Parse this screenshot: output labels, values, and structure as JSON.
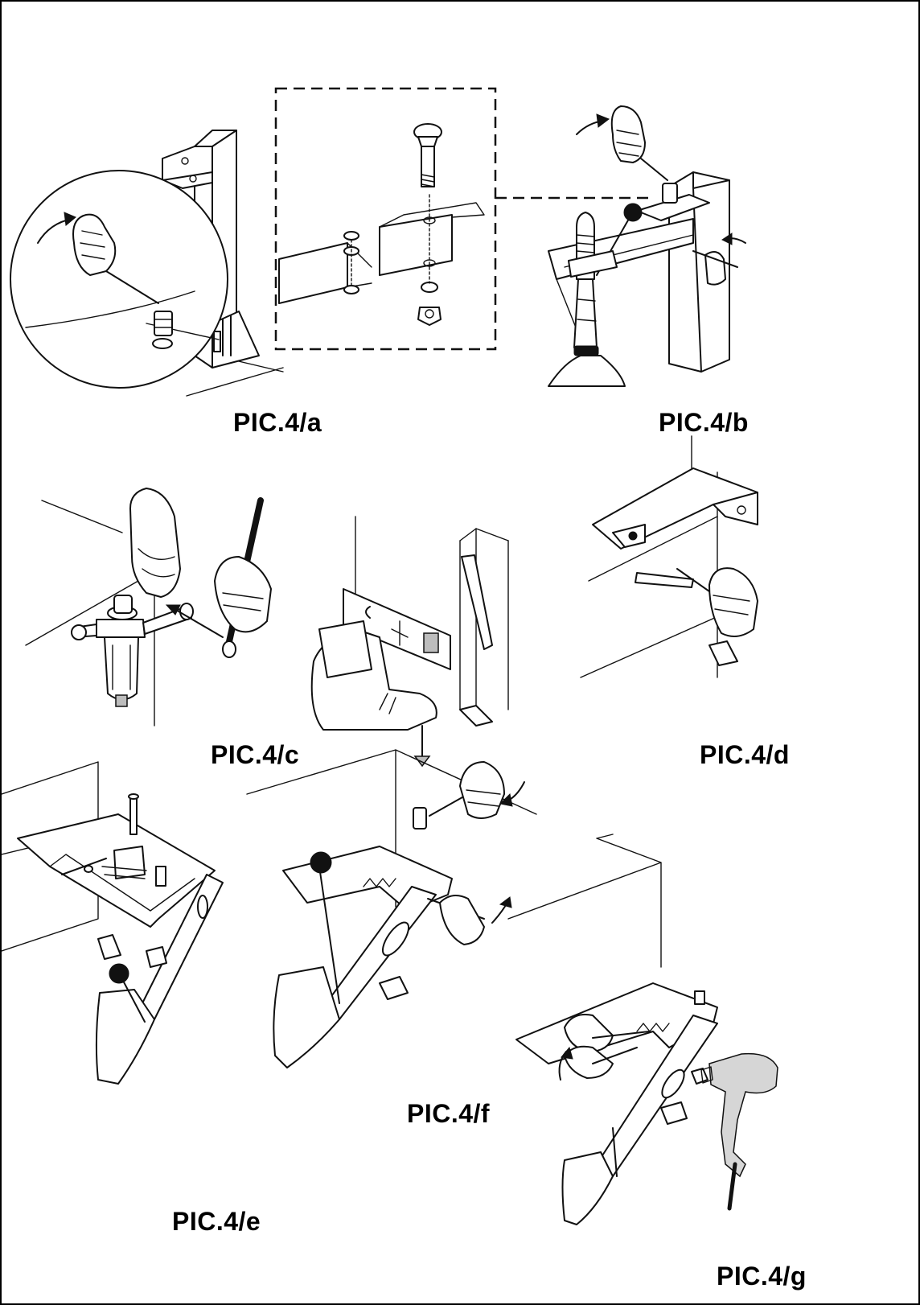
{
  "captions": {
    "a": "PIC.4/a",
    "b": "PIC.4/b",
    "c": "PIC.4/c",
    "d": "PIC.4/d",
    "e": "PIC.4/e",
    "f": "PIC.4/f",
    "g": "PIC.4/g"
  }
}
